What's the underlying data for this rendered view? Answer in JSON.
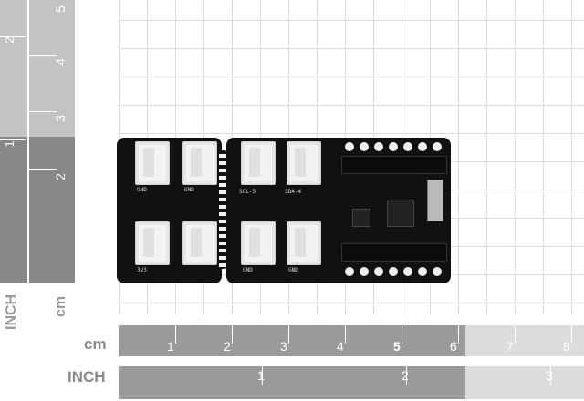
{
  "rulers": {
    "vertical_inch": {
      "unit": "INCH",
      "ticks": [
        "1",
        "2"
      ]
    },
    "vertical_cm": {
      "unit": "cm",
      "ticks": [
        "2",
        "3",
        "4",
        "5"
      ]
    },
    "horizontal_cm": {
      "unit": "cm",
      "ticks": [
        "1",
        "2",
        "3",
        "4",
        "5",
        "6",
        "7",
        "8"
      ]
    },
    "horizontal_inch": {
      "unit": "INCH",
      "ticks": [
        "1",
        "2",
        "3"
      ]
    }
  },
  "board_labels": {
    "gnd1": "GND",
    "gnd2": "GND",
    "gnd3": "GND",
    "gnd4": "GND",
    "scl": "SCL-5",
    "sda": "SDA-4",
    "vcc": "3V3"
  }
}
